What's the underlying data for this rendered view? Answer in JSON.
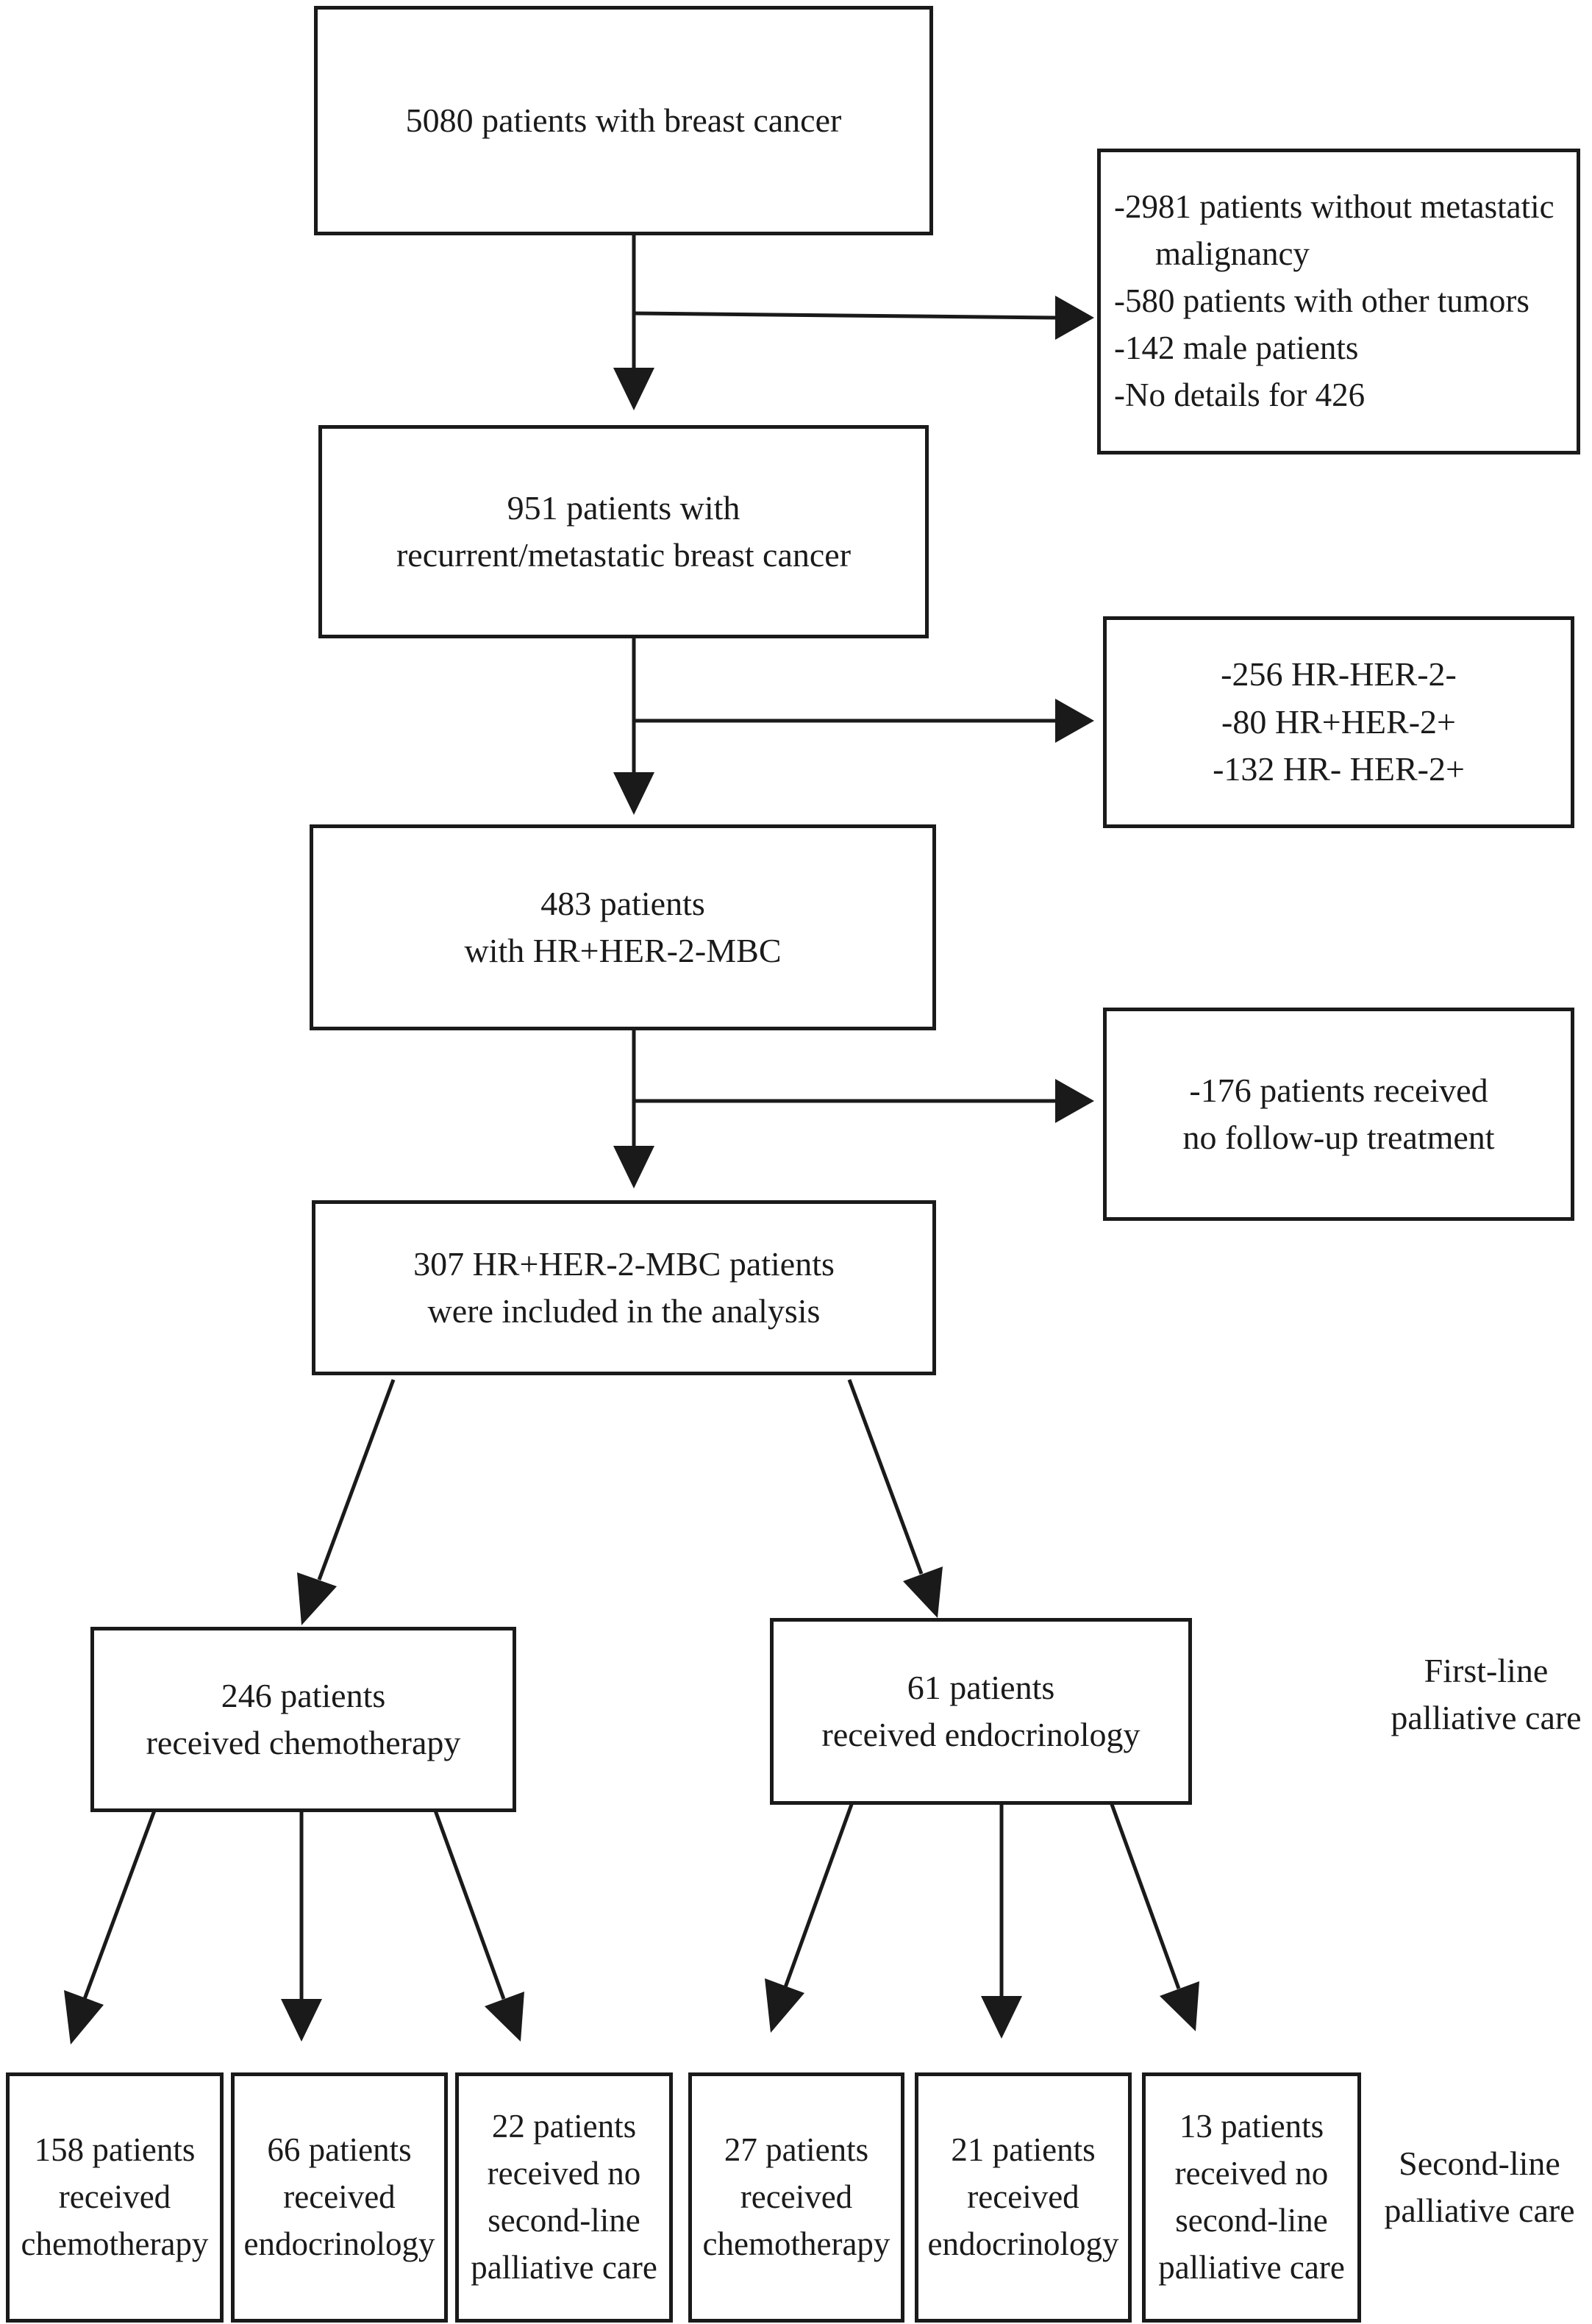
{
  "boxes": {
    "total": [
      "5080 patients with breast cancer"
    ],
    "excluded_1": [
      "-2981 patients without metastatic",
      "malignancy",
      "-580 patients with other tumors",
      "-142 male patients",
      "-No details for 426"
    ],
    "recurrent": [
      "951 patients with",
      "recurrent/metastatic breast cancer"
    ],
    "excluded_2": [
      "-256 HR-HER-2-",
      "-80 HR+HER-2+",
      "-132 HR- HER-2+"
    ],
    "hr_her2": [
      "483 patients",
      "with HR+HER-2-MBC"
    ],
    "excluded_3": [
      "-176 patients received",
      "no follow-up treatment"
    ],
    "analysis": [
      "307 HR+HER-2-MBC patients",
      "were included in the analysis"
    ],
    "first_chemo": [
      "246 patients",
      "received chemotherapy"
    ],
    "first_endo": [
      "61 patients",
      "received endocrinology"
    ],
    "second_c_chemo": [
      "158 patients",
      "received",
      "chemotherapy"
    ],
    "second_c_endo": [
      "66 patients",
      "received",
      "endocrinology"
    ],
    "second_c_none": [
      "22 patients",
      "received no",
      "second-line",
      "palliative care"
    ],
    "second_e_chemo": [
      "27 patients",
      "received",
      "chemotherapy"
    ],
    "second_e_endo": [
      "21 patients",
      "received",
      "endocrinology"
    ],
    "second_e_none": [
      "13 patients",
      "received no",
      "second-line",
      "palliative care"
    ]
  },
  "labels": {
    "first_line": [
      "First-line",
      "palliative care"
    ],
    "second_line": [
      "Second-line",
      "palliative care"
    ]
  }
}
